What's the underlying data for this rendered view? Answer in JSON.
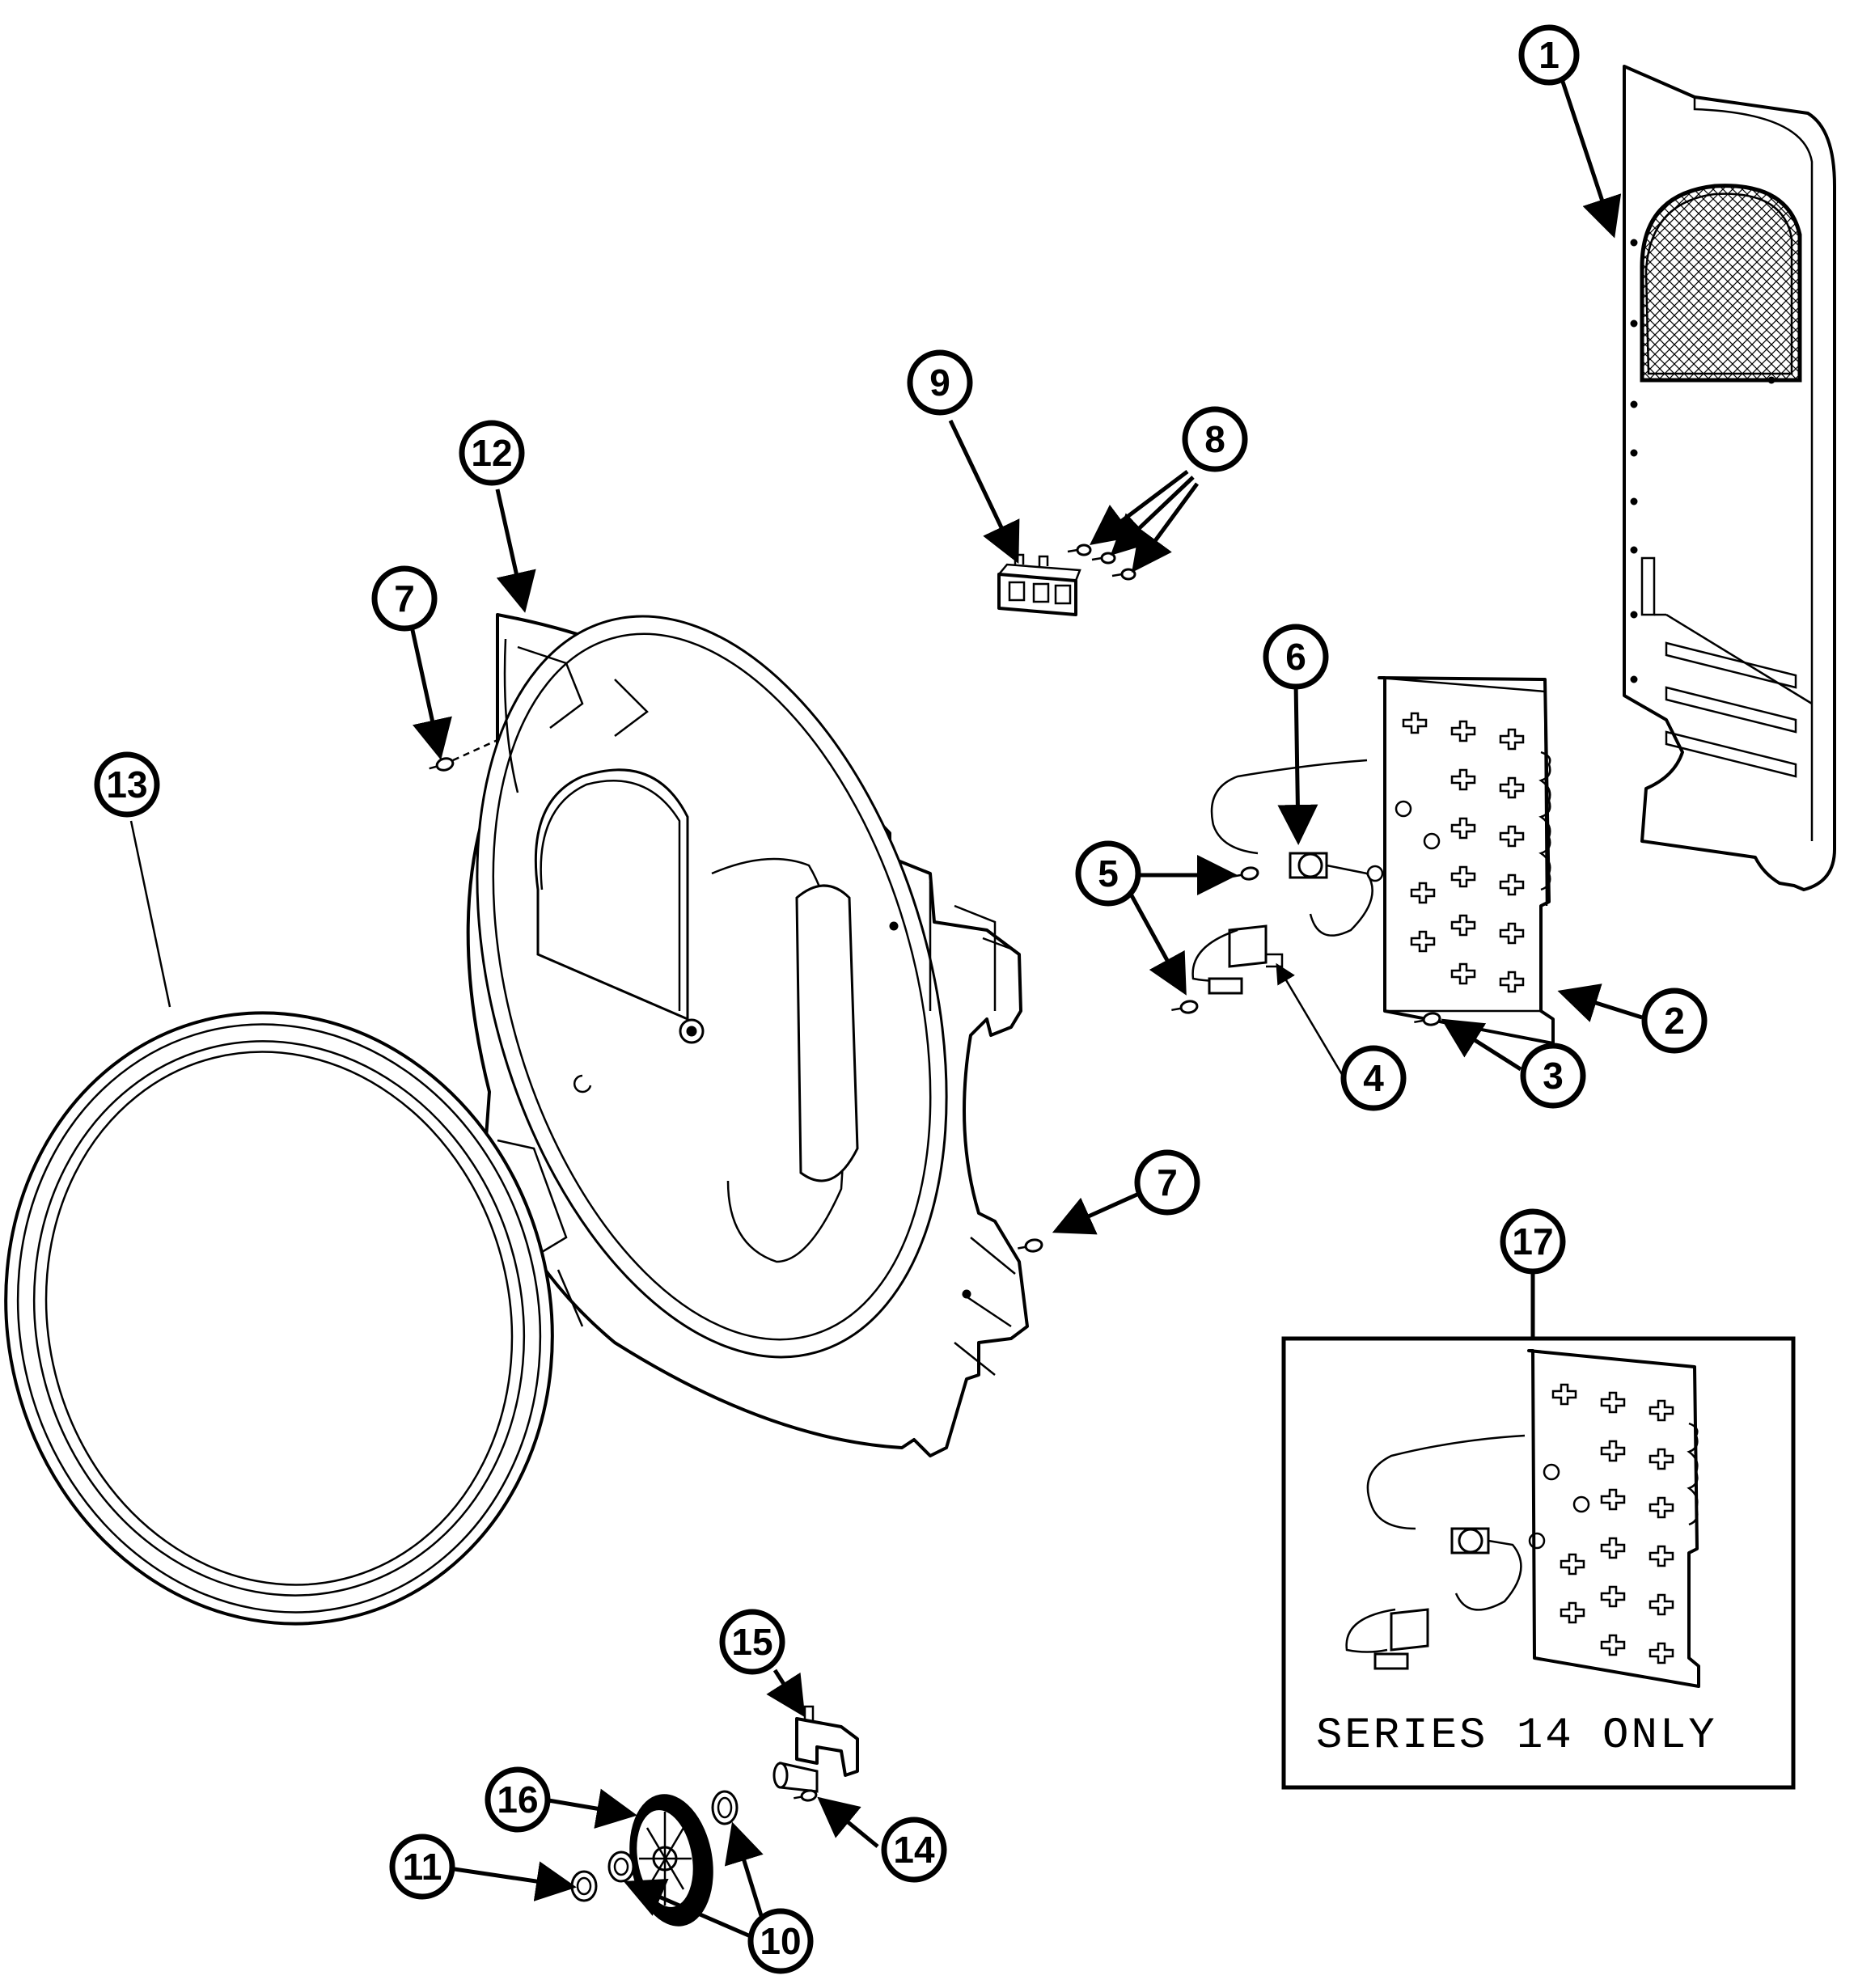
{
  "callouts": [
    "1",
    "2",
    "3",
    "4",
    "5",
    "6",
    "7",
    "7",
    "8",
    "9",
    "10",
    "11",
    "12",
    "13",
    "14",
    "15",
    "16",
    "17"
  ],
  "inset_caption": "SERIES 14 ONLY",
  "colors": {
    "ink": "#000000",
    "paper": "#ffffff"
  }
}
